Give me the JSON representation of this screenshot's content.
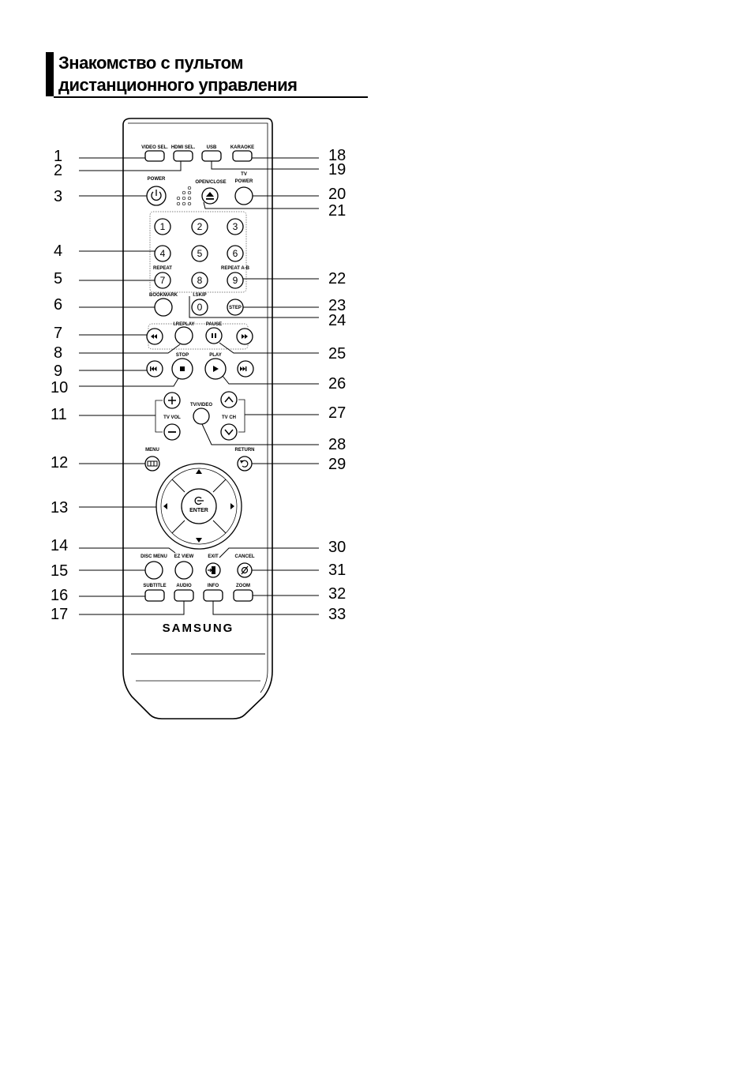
{
  "heading": {
    "line1": "Знакомство с пультом",
    "line2": "дистанционного управления"
  },
  "brand": "SAMSUNG",
  "labels": {
    "video_sel": "VIDEO SEL.",
    "hdmi_sel": "HDMI SEL.",
    "usb": "USB",
    "karaoke": "KARAOKE",
    "power": "POWER",
    "open_close": "OPEN/CLOSE",
    "tv_power_1": "TV",
    "tv_power_2": "POWER",
    "repeat": "REPEAT",
    "repeat_ab": "REPEAT A-B",
    "bookmark": "BOOKMARK",
    "iskip": "I.SKIP",
    "step": "STEP",
    "ireplay": "I.REPLAY",
    "pause": "PAUSE",
    "stop": "STOP",
    "play": "PLAY",
    "tv_video": "TV/VIDEO",
    "tv_vol": "TV VOL",
    "tv_ch": "TV CH",
    "menu": "MENU",
    "return": "RETURN",
    "enter": "ENTER",
    "disc_menu": "DISC MENU",
    "ez_view": "EZ VIEW",
    "exit": "EXIT",
    "cancel": "CANCEL",
    "subtitle": "SUBTITLE",
    "audio": "AUDIO",
    "info": "INFO",
    "zoom": "ZOOM"
  },
  "digits": [
    "1",
    "2",
    "3",
    "4",
    "5",
    "6",
    "7",
    "8",
    "9",
    "0"
  ],
  "callouts": [
    "1",
    "2",
    "3",
    "4",
    "5",
    "6",
    "7",
    "8",
    "9",
    "10",
    "11",
    "12",
    "13",
    "14",
    "15",
    "16",
    "17",
    "18",
    "19",
    "20",
    "21",
    "22",
    "23",
    "24",
    "25",
    "26",
    "27",
    "28",
    "29",
    "30",
    "31",
    "32",
    "33"
  ]
}
